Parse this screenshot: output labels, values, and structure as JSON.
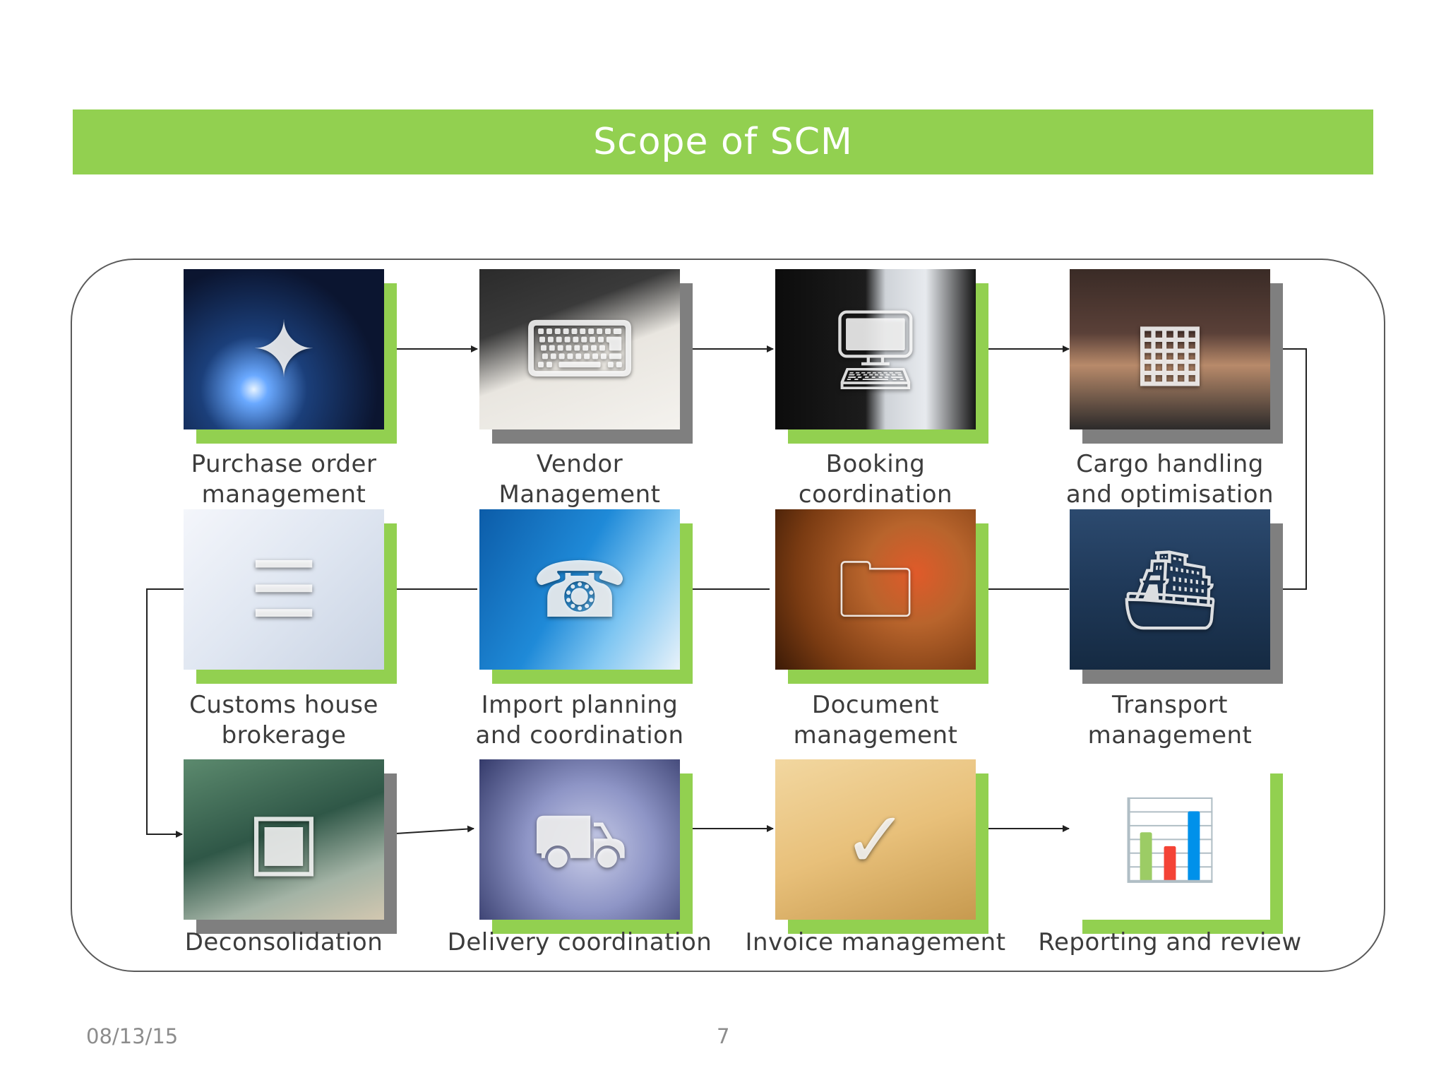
{
  "title": "Scope of SCM",
  "footer": {
    "date": "08/13/15",
    "page": "7"
  },
  "colors": {
    "accent": "#92d050",
    "shadow": "#7f7f7f",
    "text": "#3c3c3c"
  },
  "rows": [
    {
      "nodes": [
        {
          "label_lines": [
            "Purchase order",
            "management"
          ],
          "image": "welding-sparks",
          "shadow": "green"
        },
        {
          "label_lines": [
            "Vendor",
            "Management"
          ],
          "image": "keyboard-sticky-notes",
          "shadow": "gray"
        },
        {
          "label_lines": [
            "Booking",
            "coordination"
          ],
          "image": "person-at-computer",
          "shadow": "green"
        },
        {
          "label_lines": [
            "Cargo handling",
            "and optimisation"
          ],
          "image": "warehouse-forklift",
          "shadow": "gray"
        }
      ]
    },
    {
      "nodes": [
        {
          "label_lines": [
            "Customs house",
            "brokerage"
          ],
          "image": "tax-forms",
          "shadow": "green"
        },
        {
          "label_lines": [
            "Import planning",
            "and coordination"
          ],
          "image": "call-center-agent",
          "shadow": "green"
        },
        {
          "label_lines": [
            "Document",
            "management"
          ],
          "image": "file-folders",
          "shadow": "green"
        },
        {
          "label_lines": [
            "Transport",
            "management"
          ],
          "image": "cargo-ship",
          "shadow": "gray"
        }
      ]
    },
    {
      "nodes": [
        {
          "label_lines": [
            "Deconsolidation"
          ],
          "image": "conveyor-boxes",
          "shadow": "gray"
        },
        {
          "label_lines": [
            "Delivery coordination"
          ],
          "image": "hand-truck-silhouette",
          "shadow": "green"
        },
        {
          "label_lines": [
            "Invoice management"
          ],
          "image": "paid-stamp",
          "shadow": "green"
        },
        {
          "label_lines": [
            "Reporting and review"
          ],
          "image": "monitor-chart",
          "shadow": "green"
        }
      ]
    }
  ]
}
